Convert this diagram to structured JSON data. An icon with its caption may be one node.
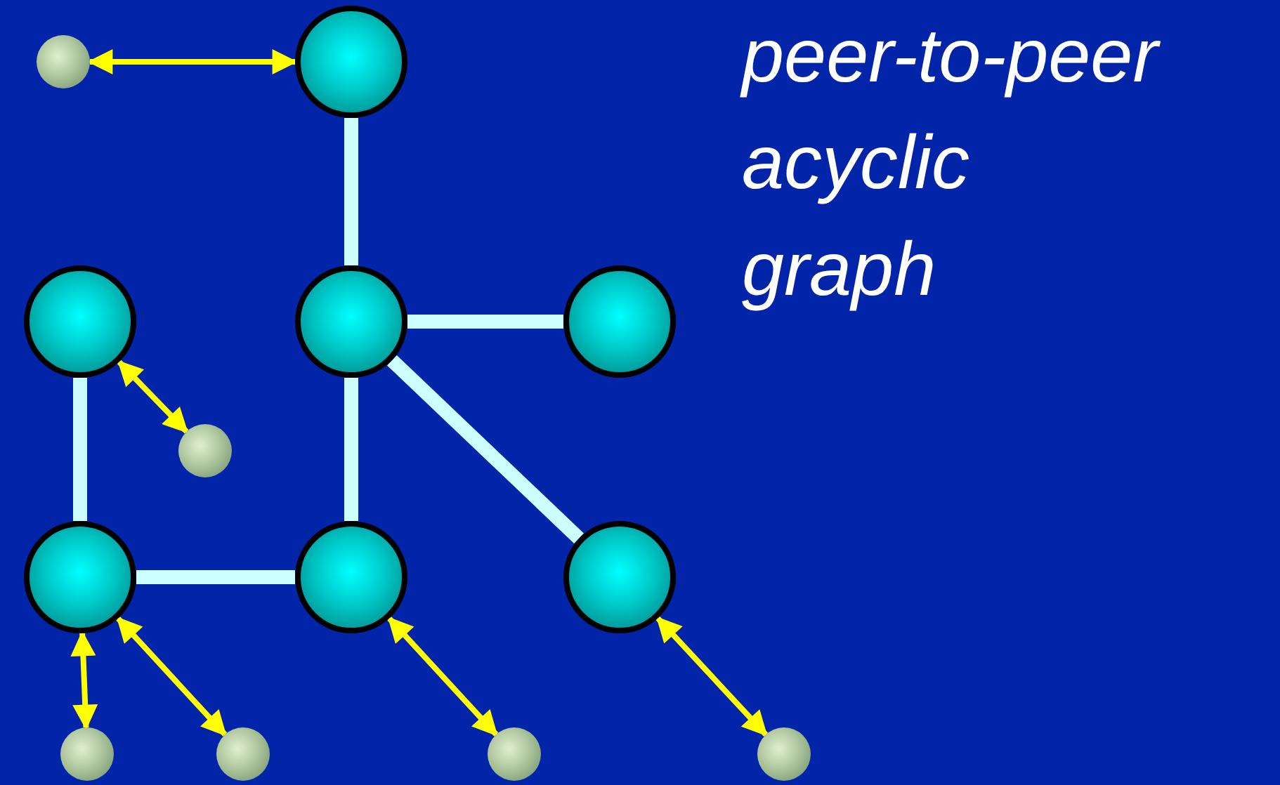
{
  "diagram": {
    "title": "peer-to-peer acyclic graph",
    "nodes": [
      {
        "text": [],
        "shape": "circle"
      },
      {
        "text": [],
        "shape": "circle"
      },
      {
        "text": [],
        "shape": "circle"
      },
      {
        "text": [],
        "shape": "circle"
      },
      {
        "text": [],
        "shape": "circle"
      },
      {
        "text": [],
        "shape": "circle"
      },
      {
        "text": [],
        "shape": "circle"
      },
      {
        "text": [],
        "shape": "circle"
      },
      {
        "text": [],
        "shape": "circle"
      },
      {
        "text": [],
        "shape": "circle"
      },
      {
        "text": [],
        "shape": "circle"
      },
      {
        "text": [],
        "shape": "circle"
      },
      {
        "text": [],
        "shape": "circle"
      }
    ],
    "edges": [
      {
        "from": 0,
        "to": 1,
        "arrow": "both",
        "color": "#ffff00"
      },
      {
        "from": 1,
        "to": 3,
        "arrow": "none",
        "style": "thick",
        "color": "#ccffff"
      },
      {
        "from": 3,
        "to": 4,
        "arrow": "none",
        "style": "thick",
        "color": "#ccffff"
      },
      {
        "from": 3,
        "to": 7,
        "arrow": "none",
        "style": "thick",
        "color": "#ccffff"
      },
      {
        "from": 3,
        "to": 8,
        "arrow": "none",
        "style": "thick",
        "color": "#ccffff"
      },
      {
        "from": 2,
        "to": 6,
        "arrow": "none",
        "style": "thick",
        "color": "#ccffff"
      },
      {
        "from": 6,
        "to": 7,
        "arrow": "none",
        "style": "thick",
        "color": "#ccffff"
      },
      {
        "from": 2,
        "to": 5,
        "arrow": "both",
        "color": "#ffff00"
      },
      {
        "from": 6,
        "to": 9,
        "arrow": "both",
        "color": "#ffff00"
      },
      {
        "from": 6,
        "to": 10,
        "arrow": "both",
        "color": "#ffff00"
      },
      {
        "from": 7,
        "to": 11,
        "arrow": "both",
        "color": "#ffff00"
      },
      {
        "from": 8,
        "to": 12,
        "arrow": "both",
        "color": "#ffff00"
      }
    ]
  }
}
